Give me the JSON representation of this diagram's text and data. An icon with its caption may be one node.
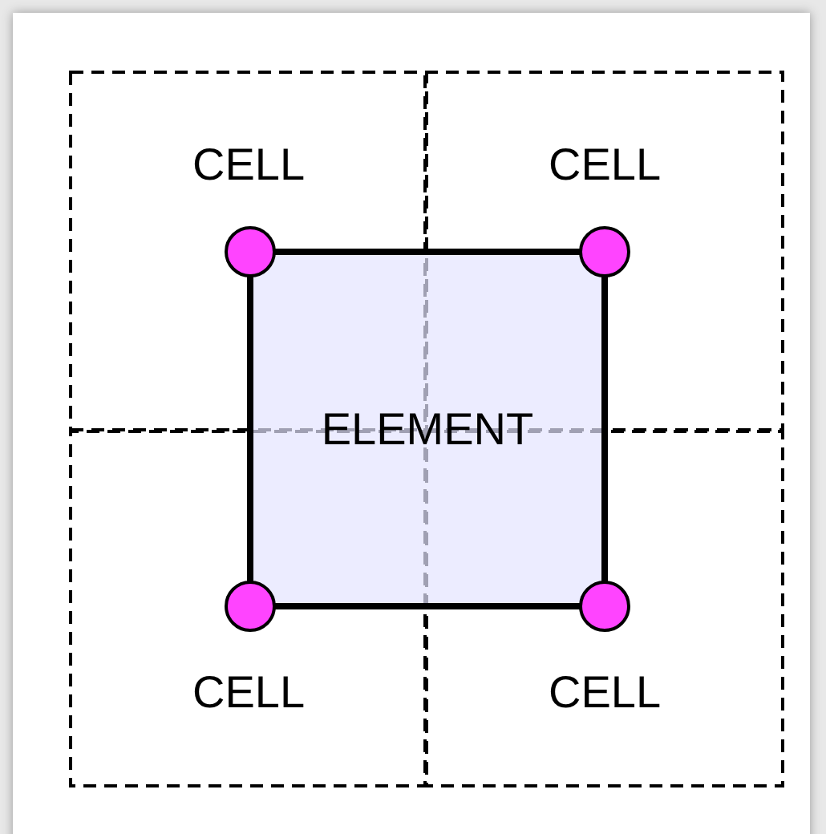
{
  "diagram": {
    "nodes": [
      {
        "text": [
          "CELL"
        ]
      },
      {
        "text": [
          "CELL"
        ]
      },
      {
        "text": [
          "ELEMENT"
        ]
      },
      {
        "text": [
          "CELL"
        ]
      },
      {
        "text": [
          "CELL"
        ]
      }
    ]
  }
}
